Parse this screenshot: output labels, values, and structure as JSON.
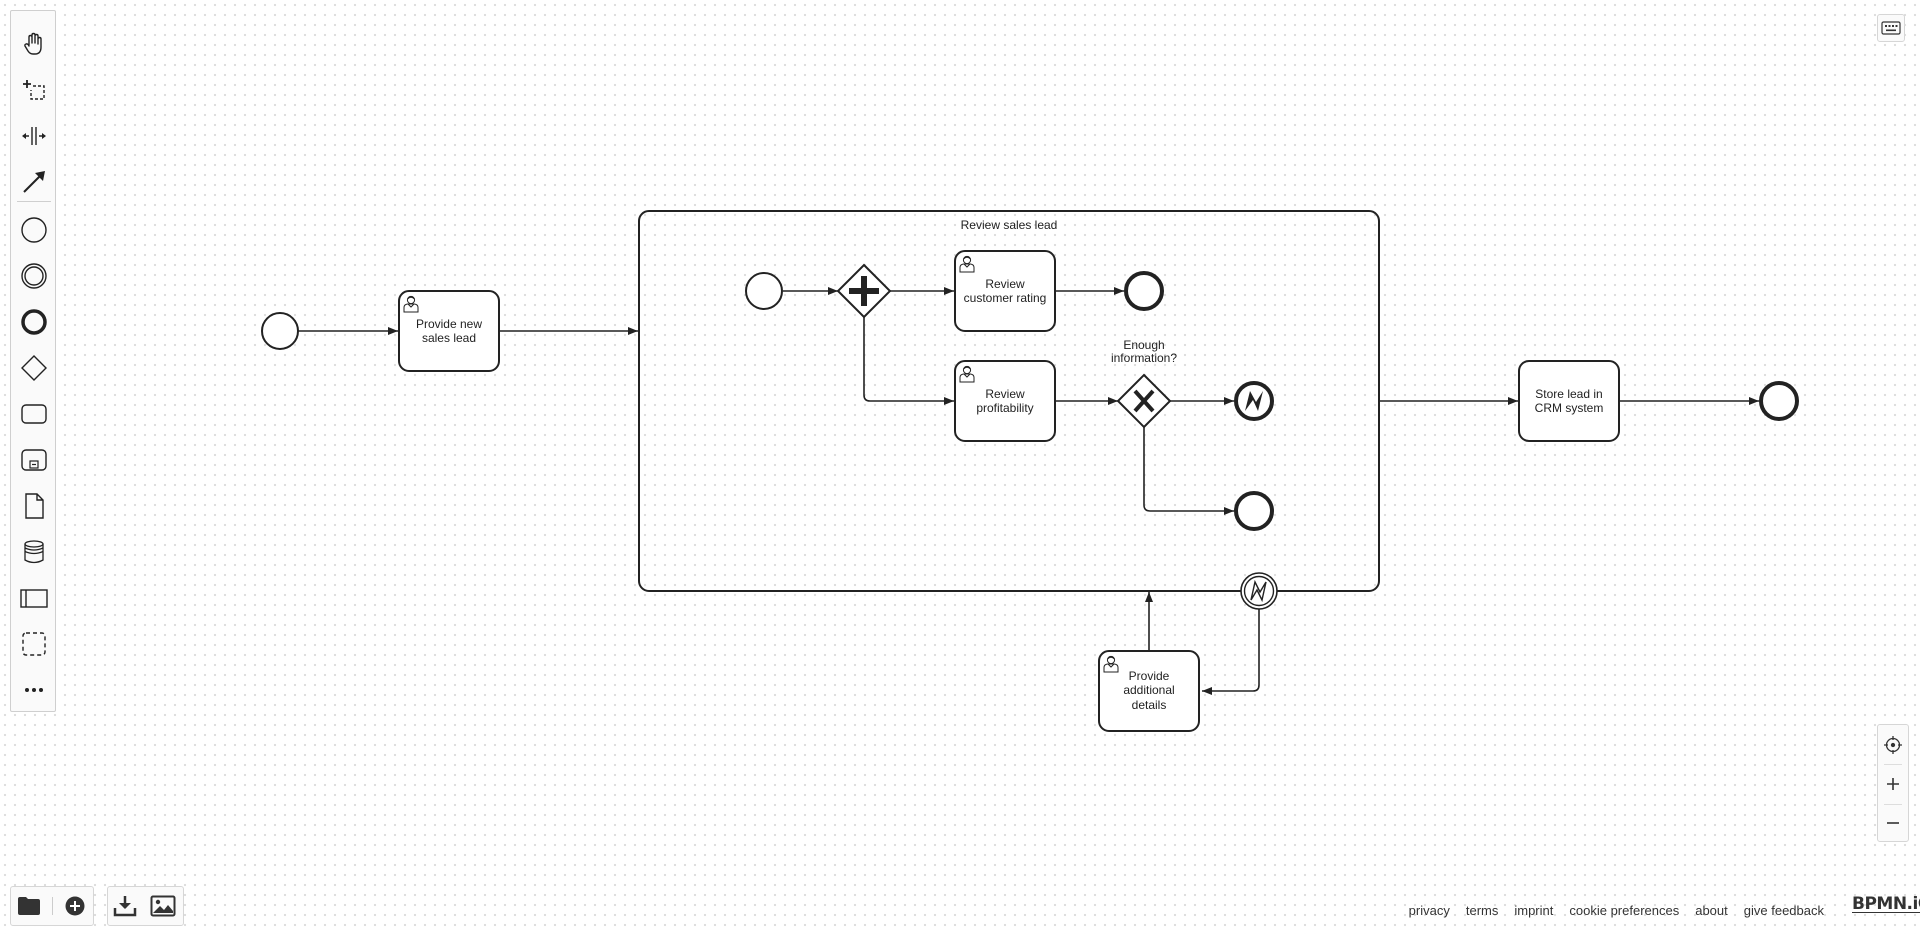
{
  "palette": {
    "tools": [
      {
        "name": "hand-tool-icon",
        "title": "Activate hand tool"
      },
      {
        "name": "lasso-tool-icon",
        "title": "Activate lasso tool"
      },
      {
        "name": "space-tool-icon",
        "title": "Activate create/remove space tool"
      },
      {
        "name": "global-connect-tool-icon",
        "title": "Activate global connect tool"
      },
      {
        "name": "start-event-icon",
        "title": "Create start event"
      },
      {
        "name": "intermediate-event-icon",
        "title": "Create intermediate/boundary event"
      },
      {
        "name": "end-event-icon",
        "title": "Create end event"
      },
      {
        "name": "gateway-icon",
        "title": "Create gateway"
      },
      {
        "name": "task-icon",
        "title": "Create task"
      },
      {
        "name": "subprocess-icon",
        "title": "Create expanded sub-process"
      },
      {
        "name": "data-object-icon",
        "title": "Create data object reference"
      },
      {
        "name": "data-store-icon",
        "title": "Create data store reference"
      },
      {
        "name": "pool-icon",
        "title": "Create pool/participant"
      },
      {
        "name": "group-icon",
        "title": "Create group"
      },
      {
        "name": "more-icon",
        "title": "More elements"
      }
    ]
  },
  "diagram": {
    "subprocess_label": "Review sales lead",
    "task_provide_new": [
      "Provide new",
      "sales lead"
    ],
    "task_review_rating": [
      "Review",
      "customer rating"
    ],
    "task_review_profit": [
      "Review",
      "profitability"
    ],
    "gateway_question": [
      "Enough",
      "information?"
    ],
    "task_store_lead": [
      "Store lead in",
      "CRM system"
    ],
    "task_additional": [
      "Provide",
      "additional",
      "details"
    ]
  },
  "footer": {
    "links": [
      "privacy",
      "terms",
      "imprint",
      "cookie preferences",
      "about",
      "give feedback"
    ],
    "brand": "BPMN.iO"
  },
  "colors": {
    "stroke": "#222222",
    "canvas_dots": "#dcdcdc"
  }
}
